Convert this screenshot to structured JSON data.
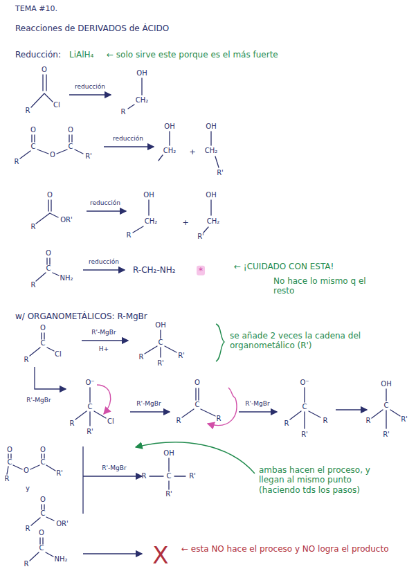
{
  "diagram": {
    "title": "TEMA #10.",
    "labels": [
      "Reacciones de DERIVADOS de ÁCIDO",
      "Reducción:",
      "LiAlH₄",
      "← solo sirve este porque es el más fuerte",
      "O",
      "R",
      "Cl",
      "reducción",
      "OH",
      "CH₂",
      "R",
      "O",
      "C",
      "R",
      "O",
      "O",
      "C",
      "R'",
      "reducción",
      "OH",
      "CH₂",
      "+",
      "OH",
      "CH₂",
      "R'",
      "O",
      "R",
      "OR'",
      "reducción",
      "OH",
      "CH₂",
      "R",
      "+",
      "OH",
      "CH₂",
      "R'",
      "O",
      "C",
      "R",
      "NH₂",
      "reducción",
      "R-CH₂-NH₂",
      "*",
      "← ¡CUIDADO CON ESTA!",
      "No hace lo mismo q el resto",
      "w/ ORGANOMETÁLICOS: R-MgBr",
      "O",
      "C",
      "R",
      "Cl",
      "R'-MgBr",
      "H+",
      "OH",
      "C",
      "R",
      "R'",
      "R'",
      "se añade 2 veces la cadena del organometálico (R')",
      "R'-MgBr",
      "O⁻",
      "C",
      "R",
      "R'",
      "Cl",
      "R'-MgBr",
      "O",
      "C",
      "R",
      "R",
      "R'-MgBr",
      "O⁻",
      "C",
      "R",
      "R",
      "R'",
      "OH",
      "C",
      "R",
      "R'",
      "R'",
      "O",
      "C",
      "R",
      "O",
      "O",
      "C",
      "R'",
      "y",
      "O",
      "C",
      "R",
      "OR'",
      "R'-MgBr",
      "OH",
      "R",
      "C",
      "R'",
      "R'",
      "ambas hacen el proceso, y llegan al mismo punto (haciendo tds los pasos)",
      "O",
      "C",
      "R",
      "NH₂",
      "X",
      "← esta NO hace el proceso y NO logra el producto"
    ]
  }
}
